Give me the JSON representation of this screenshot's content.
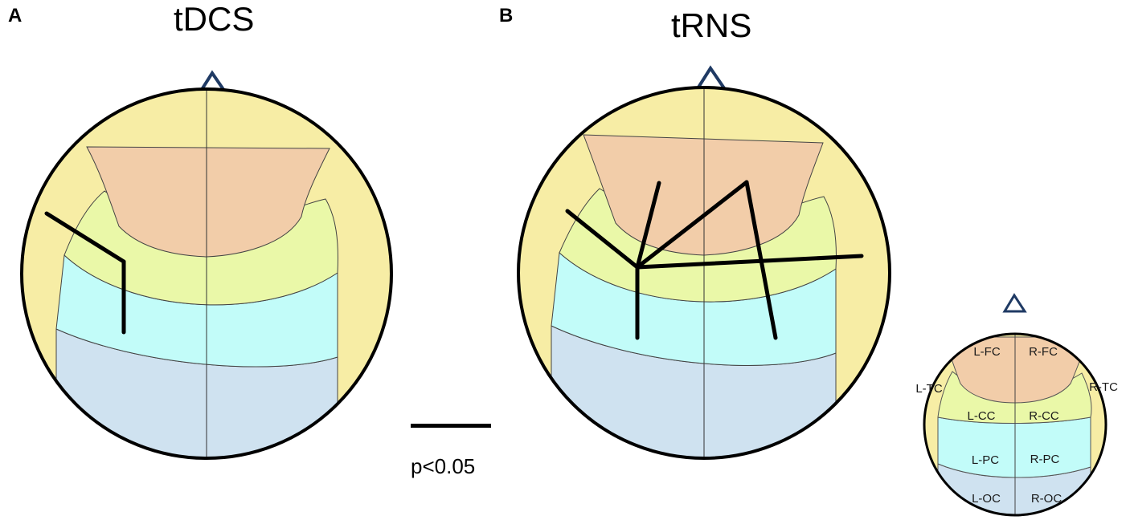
{
  "panels": {
    "a": {
      "letter": "A",
      "title": "tDCS"
    },
    "b": {
      "letter": "B",
      "title": "tRNS"
    }
  },
  "legend": {
    "label": "p<0.05"
  },
  "key_map": {
    "regions": {
      "l_fc": "L-FC",
      "r_fc": "R-FC",
      "l_tc": "L-TC",
      "r_tc": "R-TC",
      "l_cc": "L-CC",
      "r_cc": "R-CC",
      "l_pc": "L-PC",
      "r_pc": "R-PC",
      "l_oc": "L-OC",
      "r_oc": "R-OC"
    }
  },
  "colors": {
    "frontal": "#f2cda9",
    "temporal": "#f7eda5",
    "central": "#eaf8a8",
    "parietal": "#c2fcf9",
    "occipital": "#cfe2f0",
    "nose": "#1f3a64",
    "outline": "#000000"
  },
  "connections": {
    "tDCS": [
      [
        "L-TC",
        "L-CC"
      ],
      [
        "L-CC",
        "L-PC"
      ]
    ],
    "tRNS": [
      [
        "L-CC",
        "L-TC"
      ],
      [
        "L-CC",
        "L-FC"
      ],
      [
        "L-CC",
        "R-FC"
      ],
      [
        "L-CC",
        "R-TC"
      ],
      [
        "L-CC",
        "L-PC"
      ],
      [
        "R-FC",
        "R-PC"
      ]
    ]
  }
}
